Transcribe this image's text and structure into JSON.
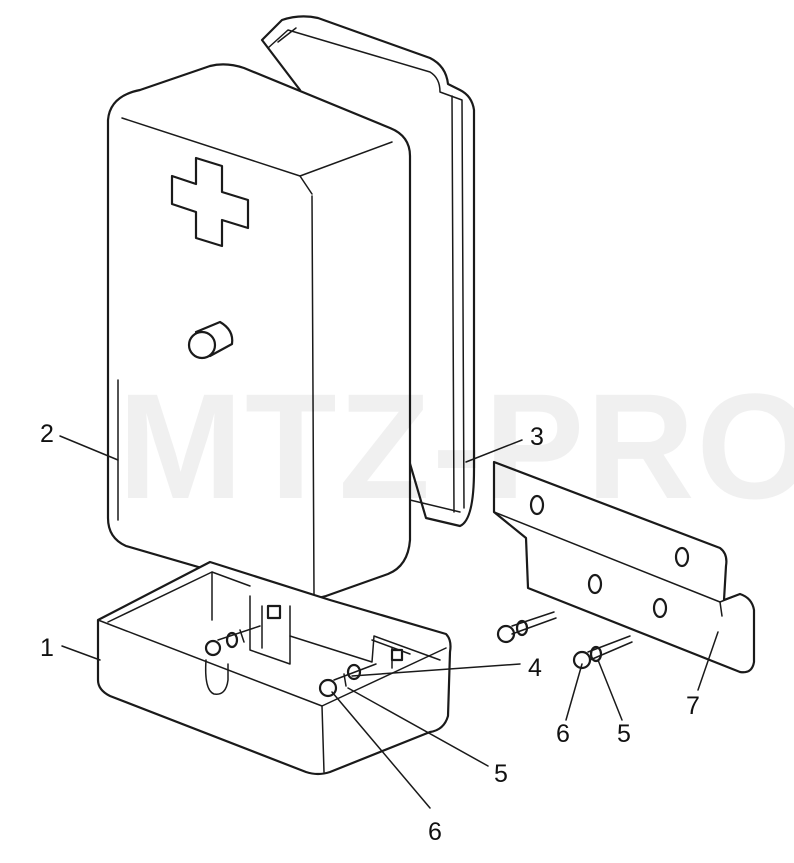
{
  "watermark": "MTZ-PRO",
  "labels": {
    "l1": "1",
    "l2": "2",
    "l3": "3",
    "l4": "4",
    "l5a": "5",
    "l5b": "5",
    "l6a": "6",
    "l6b": "6",
    "l7": "7"
  },
  "icons": {
    "cross": "first-aid-cross-icon"
  }
}
